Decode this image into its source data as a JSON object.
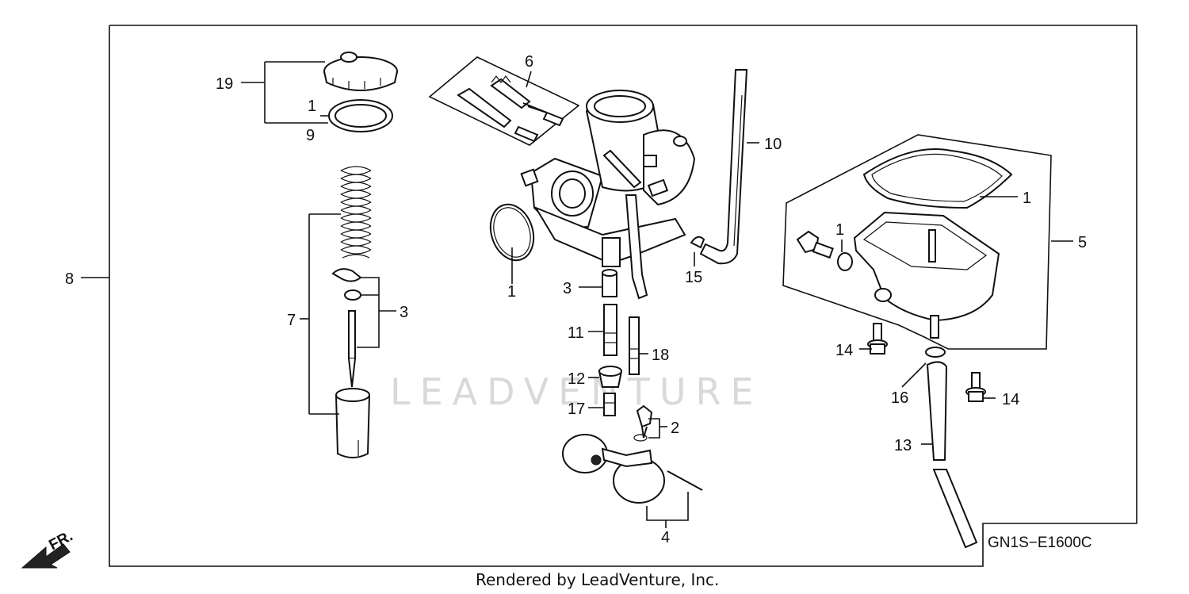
{
  "diagram_code": "GN1S−E1600C",
  "footer": "Rendered by LeadVenture, Inc.",
  "watermark": "LEADVENTURE",
  "front_indicator": "FR.",
  "callouts": {
    "c1_a": "1",
    "c1_b": "1",
    "c1_c": "1",
    "c1_d": "1",
    "c2": "2",
    "c3_a": "3",
    "c3_b": "3",
    "c4": "4",
    "c5": "5",
    "c6": "6",
    "c7": "7",
    "c8": "8",
    "c9": "9",
    "c10": "10",
    "c11": "11",
    "c12": "12",
    "c13": "13",
    "c14_a": "14",
    "c14_b": "14",
    "c15": "15",
    "c16": "16",
    "c17": "17",
    "c18": "18",
    "c19": "19"
  }
}
